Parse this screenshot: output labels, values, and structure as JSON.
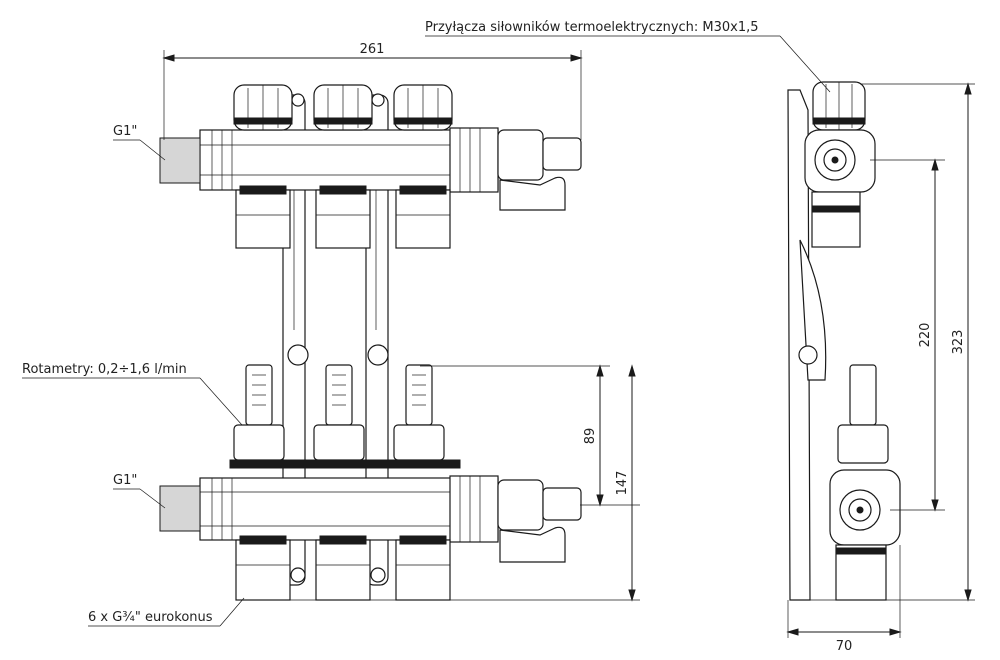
{
  "labels": {
    "actuator_connections": "Przyłącza siłowników termoelektrycznych: M30x1,5",
    "rotameters": "Rotametry: 0,2÷1,6 l/min",
    "top_inlet": "G1\"",
    "bottom_inlet": "G1\"",
    "outlets": "6 x G¾\" eurokonus"
  },
  "dimensions": {
    "width_total": "261",
    "rotameter_height": "89",
    "lower_height": "147",
    "axis_distance": "220",
    "overall_height": "323",
    "depth": "70"
  }
}
